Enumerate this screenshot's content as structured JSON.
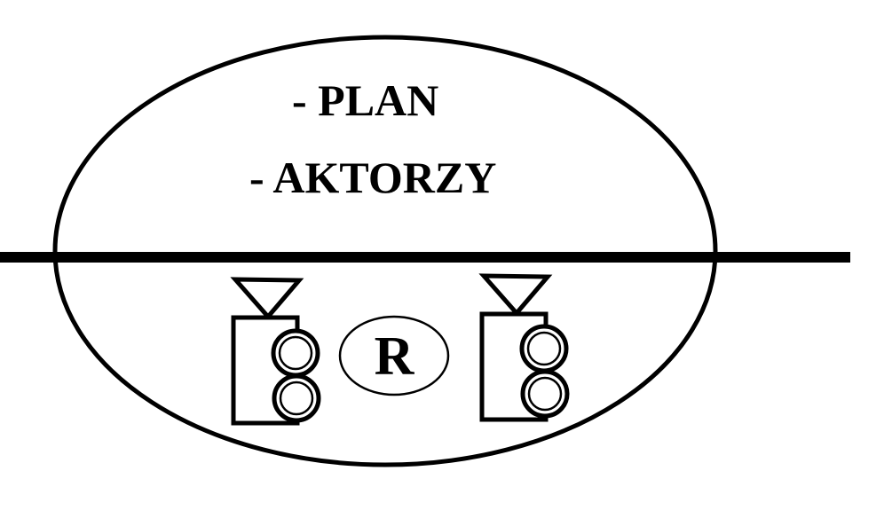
{
  "diagram": {
    "description": "Film set scheme: ellipse divided by a horizontal line, with plan and actors above, two cameras and director below",
    "ellipse_labels": {
      "line1": "- PLAN",
      "line2": "- AKTORZY"
    },
    "r_badge": {
      "label": "R"
    },
    "icons": {
      "left_camera": "film-camera-icon",
      "right_camera": "film-camera-icon"
    },
    "colors": {
      "ink": "#000000",
      "background": "#ffffff"
    }
  }
}
